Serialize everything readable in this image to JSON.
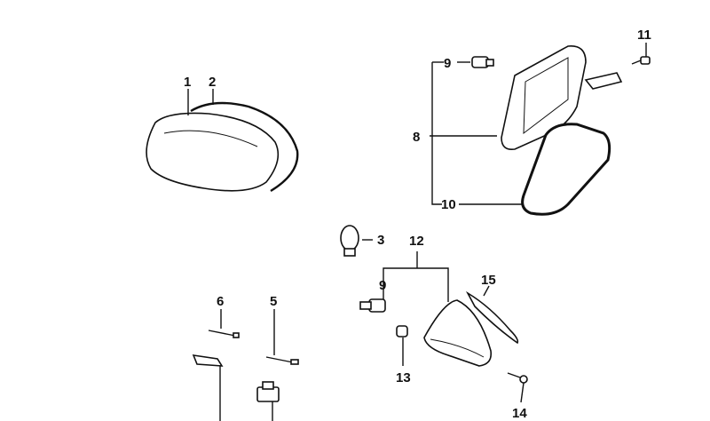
{
  "callouts": {
    "c1": "1",
    "c2": "2",
    "c3": "3",
    "c5": "5",
    "c6": "6",
    "c8": "8",
    "c9a": "9",
    "c9b": "9",
    "c10": "10",
    "c11": "11",
    "c12": "12",
    "c13": "13",
    "c14": "14",
    "c15": "15"
  }
}
